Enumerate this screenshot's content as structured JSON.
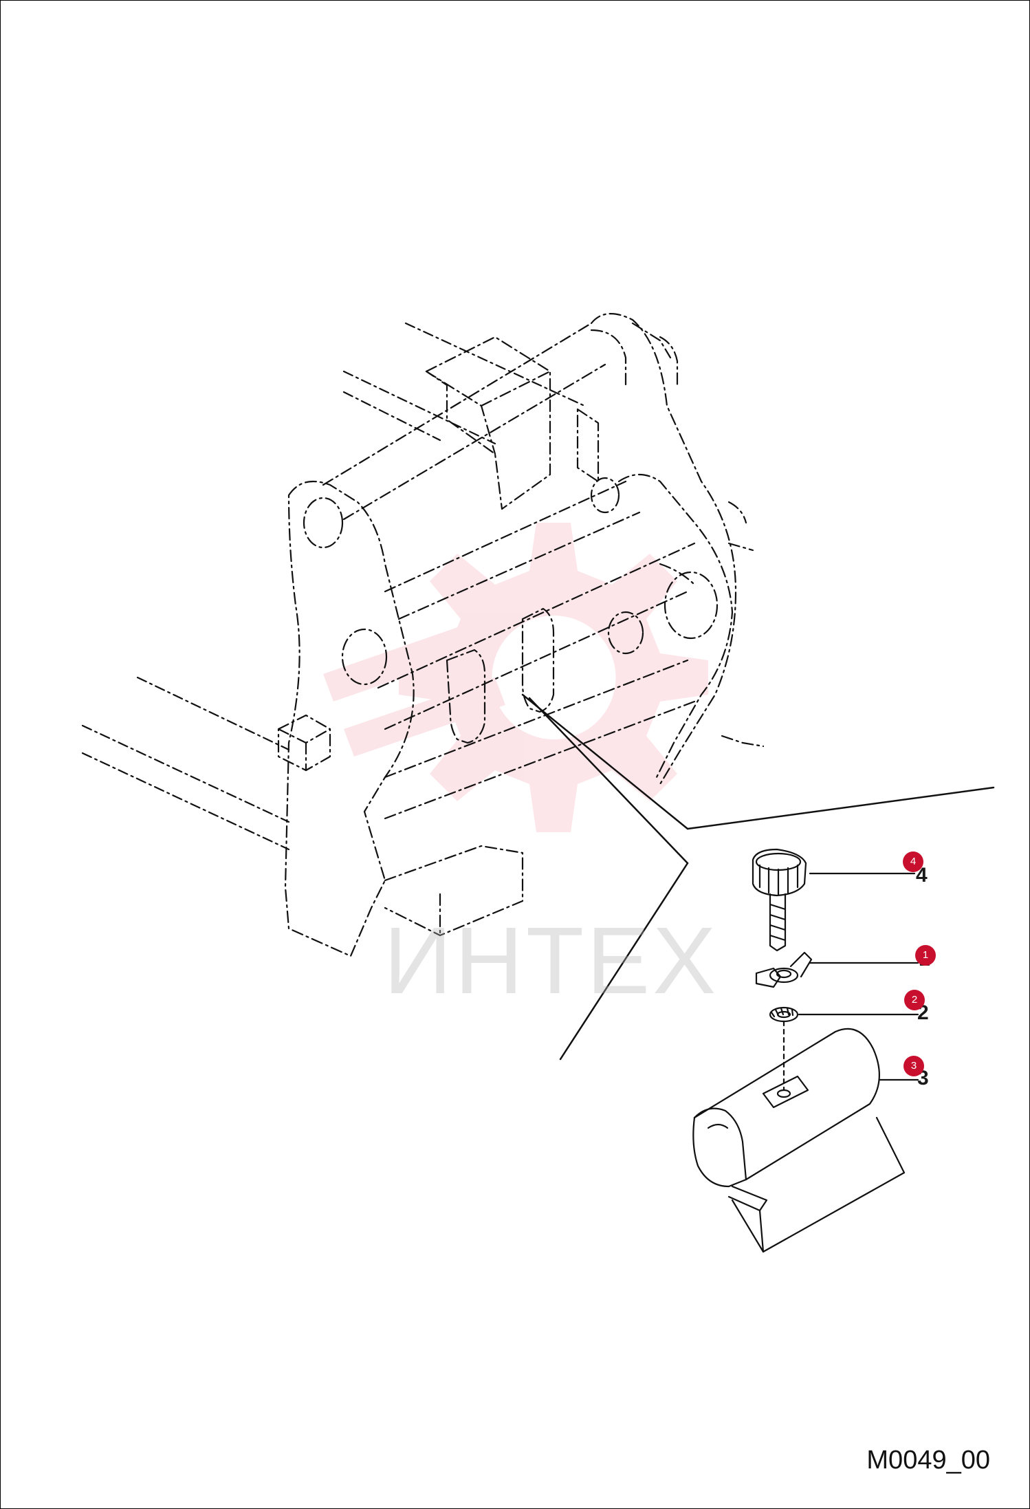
{
  "drawing_id": "M0049_00",
  "watermark_text": "ИНТЕХ",
  "accent_color": "#c8102e",
  "watermark_gear_color": "#f5b7bf",
  "callouts": [
    {
      "number": "4",
      "badge": "4"
    },
    {
      "number": "1",
      "badge": "1"
    },
    {
      "number": "2",
      "badge": "2"
    },
    {
      "number": "3",
      "badge": "3"
    }
  ]
}
